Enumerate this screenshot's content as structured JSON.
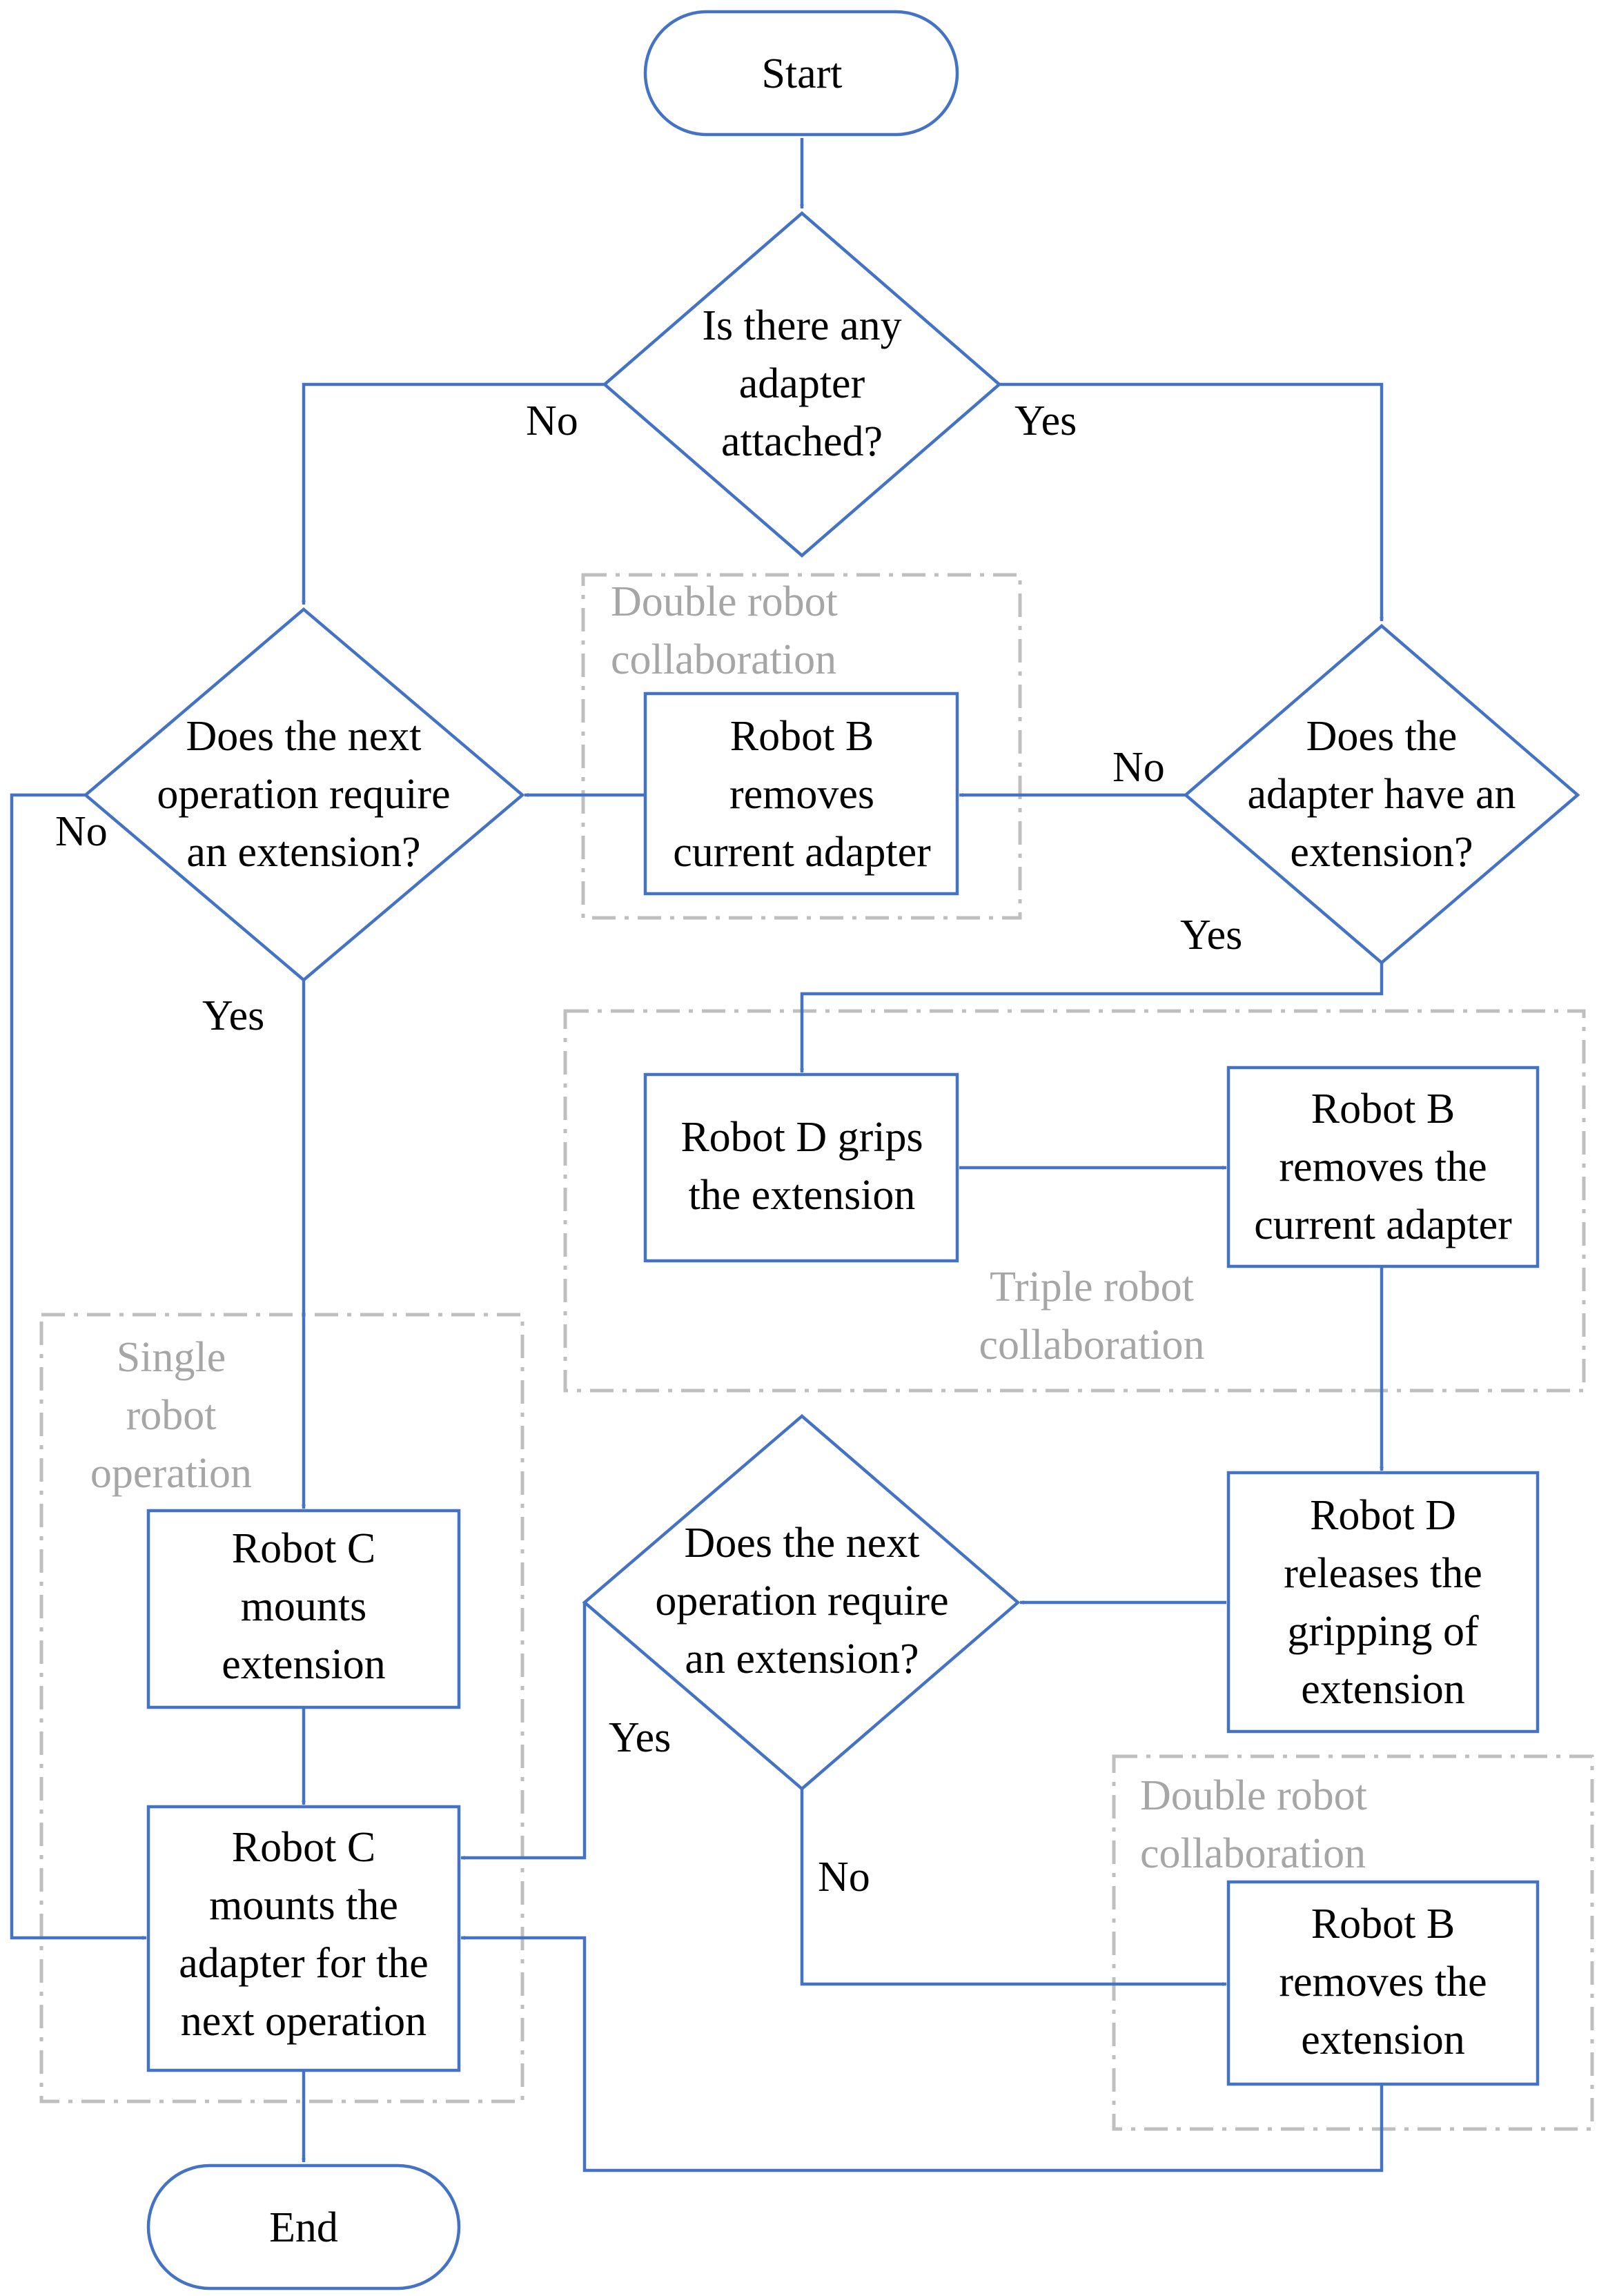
{
  "colors": {
    "flow": "#4472C4",
    "group_border": "#BFBFBF",
    "group_text": "#A6A6A6",
    "text": "#000000"
  },
  "nodes": {
    "start": {
      "type": "terminal",
      "lines": [
        "Start"
      ]
    },
    "q_adapter_attached": {
      "type": "decision",
      "lines": [
        "Is there any",
        "adapter",
        "attached?"
      ]
    },
    "q_next_op_extension_1": {
      "type": "decision",
      "lines": [
        "Does the next",
        "operation require",
        "an extension?"
      ]
    },
    "robot_b_removes_adapter_1": {
      "type": "process",
      "lines": [
        "Robot B",
        "removes",
        "current adapter"
      ]
    },
    "q_adapter_has_extension": {
      "type": "decision",
      "lines": [
        "Does the",
        "adapter have an",
        "extension?"
      ]
    },
    "robot_d_grips_extension": {
      "type": "process",
      "lines": [
        "Robot D grips",
        "the extension"
      ]
    },
    "robot_b_removes_adapter_2": {
      "type": "process",
      "lines": [
        "Robot B",
        "removes the",
        "current adapter"
      ]
    },
    "robot_d_releases_extension": {
      "type": "process",
      "lines": [
        "Robot D",
        "releases the",
        "gripping of",
        "extension"
      ]
    },
    "q_next_op_extension_2": {
      "type": "decision",
      "lines": [
        "Does the next",
        "operation require",
        "an extension?"
      ]
    },
    "robot_c_mounts_extension": {
      "type": "process",
      "lines": [
        "Robot C",
        "mounts",
        "extension"
      ]
    },
    "robot_c_mounts_adapter": {
      "type": "process",
      "lines": [
        "Robot C",
        "mounts the",
        "adapter for the",
        "next operation"
      ]
    },
    "robot_b_removes_extension": {
      "type": "process",
      "lines": [
        "Robot B",
        "removes the",
        "extension"
      ]
    },
    "end": {
      "type": "terminal",
      "lines": [
        "End"
      ]
    }
  },
  "edge_labels": {
    "no_top": "No",
    "yes_top": "Yes",
    "no_right_decision": "No",
    "yes_right_decision": "Yes",
    "no_left_decision": "No",
    "yes_left_decision": "Yes",
    "yes_bottom_decision": "Yes",
    "no_bottom_decision": "No"
  },
  "groups": {
    "double_robot_top": {
      "lines": [
        "Double robot",
        "collaboration"
      ]
    },
    "triple_robot": {
      "lines": [
        "Triple robot",
        "collaboration"
      ]
    },
    "single_robot": {
      "lines": [
        "Single",
        "robot",
        "operation"
      ]
    },
    "double_robot_bottom": {
      "lines": [
        "Double robot",
        "collaboration"
      ]
    }
  }
}
